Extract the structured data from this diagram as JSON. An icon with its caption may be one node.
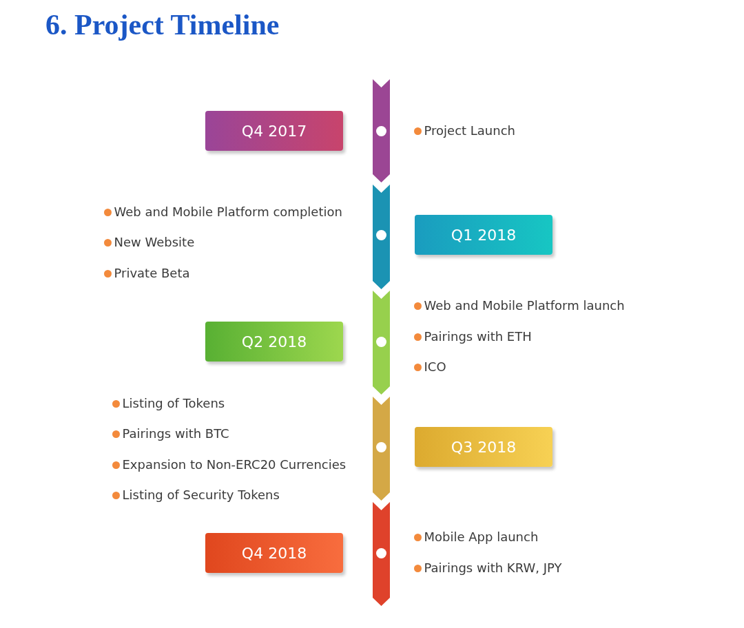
{
  "diagram": {
    "title": "6. Project Timeline",
    "nodes": [
      {
        "text": [
          "Q4 2017"
        ]
      },
      {
        "text": [
          "Q1 2018"
        ]
      },
      {
        "text": [
          "Q2 2018"
        ]
      },
      {
        "text": [
          "Q3 2018"
        ]
      },
      {
        "text": [
          "Q4 2018"
        ]
      }
    ],
    "labels": [
      "Project Launch",
      "Web and Mobile Platform completion",
      "New Website",
      "Private Beta",
      "Web and Mobile Platform launch",
      "Pairings with ETH",
      "ICO",
      "Listing of Tokens",
      "Pairings with BTC",
      "Expansion to Non-ERC20 Currencies",
      "Listing of Security Tokens",
      "Mobile App launch",
      "Pairings with KRW, JPY"
    ]
  }
}
